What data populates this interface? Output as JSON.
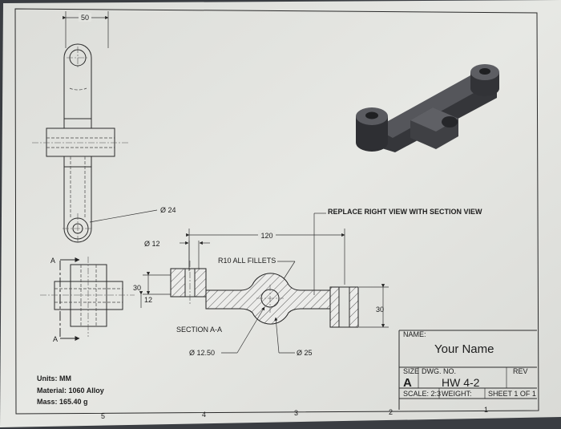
{
  "dimensions": {
    "top_width": "50",
    "hole_dia_24": "Ø 24",
    "hole_dia_12": "Ø 12",
    "overall_length": "120",
    "fillets": "R10 ALL FILLETS",
    "height_30": "30",
    "height_12": "12",
    "right_height_30": "30",
    "dia_12_50": "Ø 12.50",
    "dia_25": "Ø 25"
  },
  "section": {
    "marker": "A",
    "label": "SECTION A-A"
  },
  "note": "REPLACE RIGHT VIEW WITH SECTION VIEW",
  "title_block": {
    "name_label": "NAME:",
    "name_value": "Your Name",
    "size_label": "SIZE",
    "dwg_label": "DWG. NO.",
    "rev_label": "REV",
    "size_value": "A",
    "dwg_value": "HW 4-2",
    "scale": "SCALE: 2:3",
    "weight": "WEIGHT:",
    "sheet": "SHEET 1 OF 1"
  },
  "properties": {
    "units": "Units: MM",
    "material": "Material: 1060 Alloy",
    "mass": "Mass: 165.40 g"
  },
  "zones": [
    "5",
    "4",
    "3",
    "2",
    "1"
  ],
  "colors": {
    "paper": "#e4e5e1",
    "ink": "#222222",
    "part": "#3c3d40",
    "background": "#3a3d42"
  }
}
